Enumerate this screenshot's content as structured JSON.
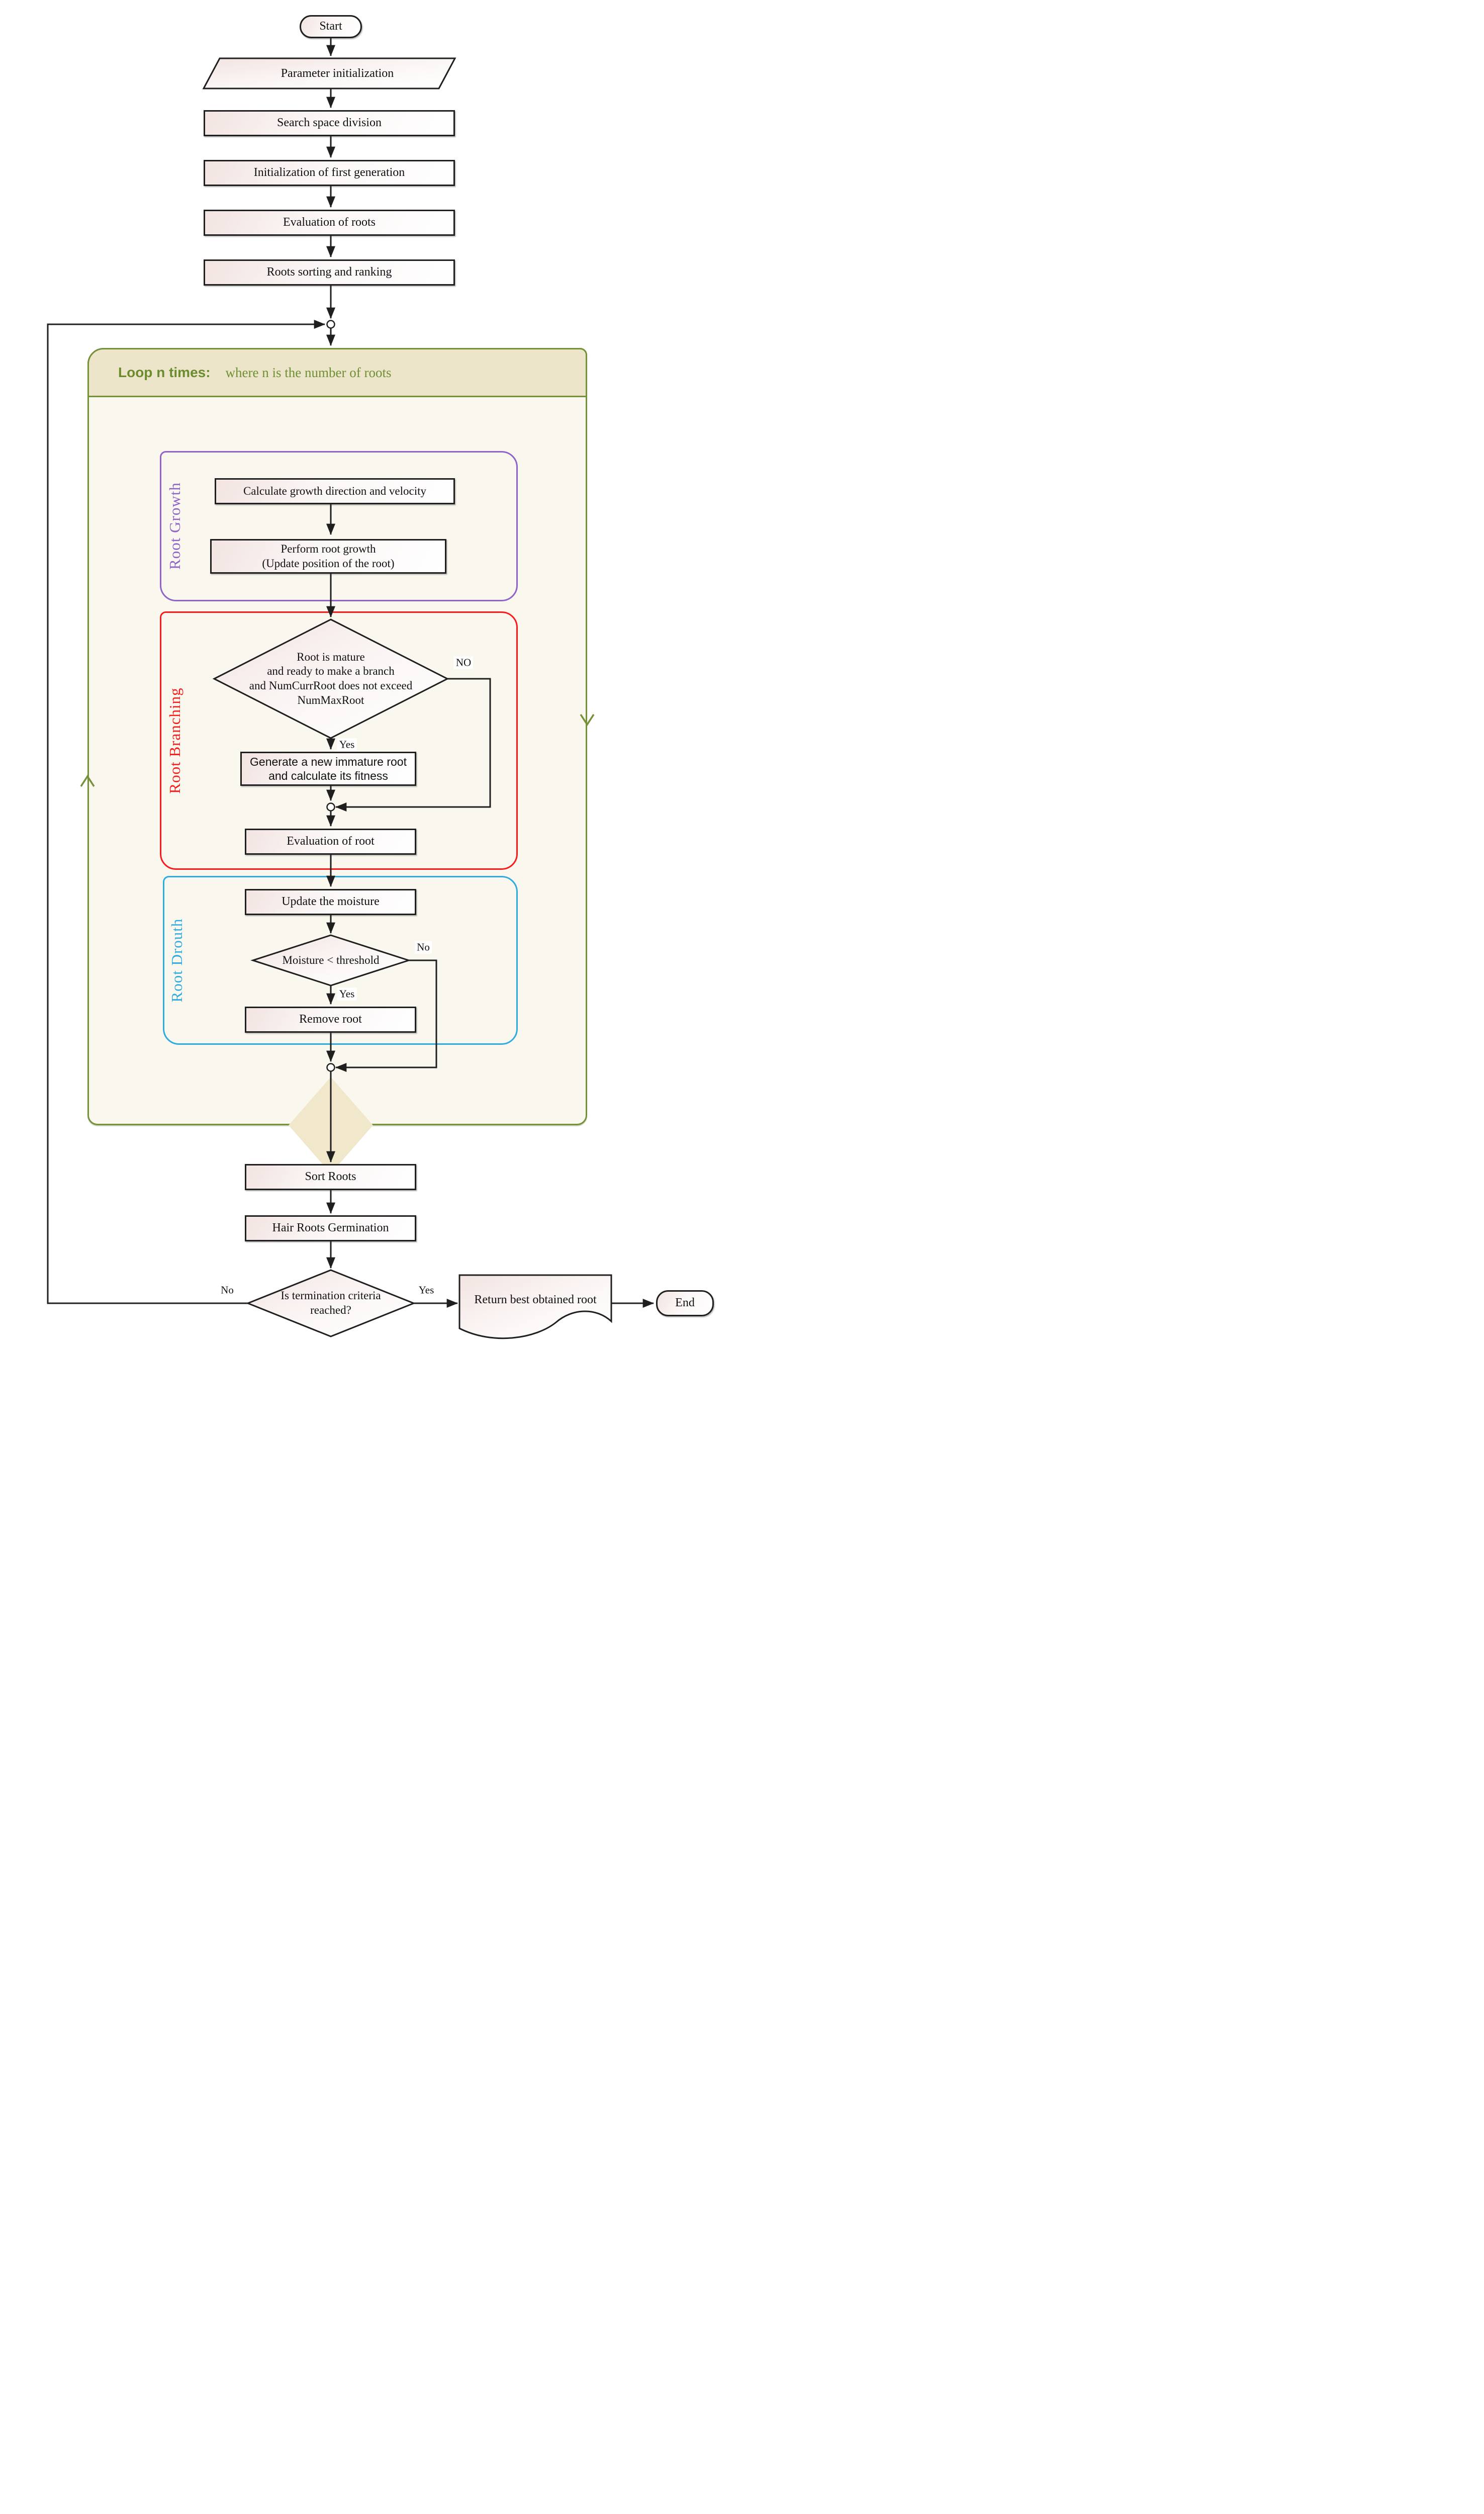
{
  "flowchart": {
    "nodes": {
      "start": "Start",
      "parameter_init": "Parameter initialization",
      "search_space": "Search space division",
      "init_first_gen": "Initialization of first generation",
      "evaluation_roots": "Evaluation of roots",
      "roots_sorting": "Roots sorting and ranking",
      "calc_growth": "Calculate growth direction and velocity",
      "perform_growth": "Perform root growth\n(Update position of the root)",
      "branch_decision": "Root is mature\nand ready to make a branch\nand NumCurrRoot does not exceed\nNumMaxRoot",
      "generate_root": "Generate a new immature root\nand calculate its fitness",
      "evaluation_root": "Evaluation of root",
      "update_moisture": "Update the moisture",
      "moisture_decision": "Moisture < threshold",
      "remove_root": "Remove root",
      "sort_roots": "Sort Roots",
      "hair_roots": "Hair Roots Germination",
      "termination_decision": "Is termination criteria\nreached?",
      "return_best": "Return best obtained root",
      "end": "End"
    },
    "loop": {
      "title_bold": "Loop n times:",
      "title_rest": "where n is the number of roots"
    },
    "sections": {
      "growth": "Root Growth",
      "branching": "Root Branching",
      "drouth": "Root Drouth"
    },
    "branch_labels": {
      "branch_no": "NO",
      "branch_yes": "Yes",
      "moisture_no": "No",
      "moisture_yes": "Yes",
      "termination_no": "No",
      "termination_yes": "Yes"
    },
    "colors": {
      "loop_border": "#75923a",
      "loop_header_bg": "#ece5c9",
      "loop_body_bg": "#faf8ee",
      "growth_accent": "#8f63c7",
      "branching_accent": "#f81b1b",
      "drouth_accent": "#2fabdf",
      "line_color": "#1f1f1f",
      "exit_diamond": "#f1e8cb"
    }
  }
}
